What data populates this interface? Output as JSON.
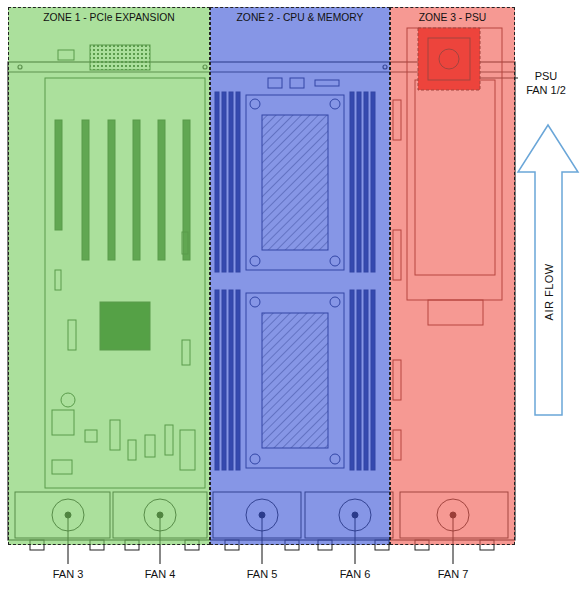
{
  "diagram": {
    "nodes": [
      {
        "text": [
          "ZONE 1 - PCIe EXPANSION"
        ]
      },
      {
        "text": [
          "ZONE 2 - CPU & MEMORY"
        ]
      },
      {
        "text": [
          "ZONE 3 - PSU"
        ]
      }
    ],
    "labels": [
      "PSU FAN 1/2",
      "AIR FLOW",
      "FAN 3",
      "FAN 4",
      "FAN 5",
      "FAN 6",
      "FAN 7"
    ]
  }
}
